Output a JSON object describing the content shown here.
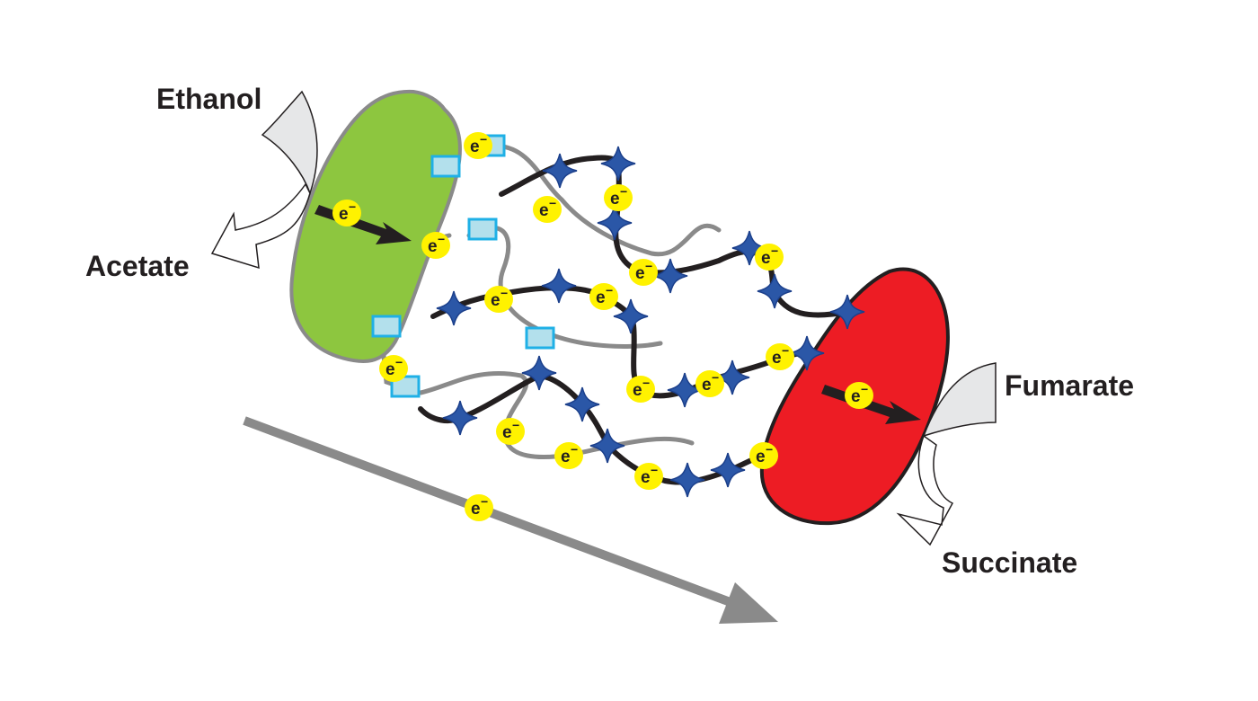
{
  "labels": {
    "donor_in": "Ethanol",
    "donor_out": "Acetate",
    "acceptor_in": "Fumarate",
    "acceptor_out": "Succinate"
  },
  "electron": {
    "symbol": "e",
    "charge": "−"
  },
  "colors": {
    "donor_cell": "#8dc63f",
    "acceptor_cell": "#ed1c24",
    "cytochrome": "#2b57a7",
    "cytochrome_edge": "#1b3f8b",
    "box_fill": "#b3e0ec",
    "box_edge": "#1fb0e6",
    "electron": "#fff200",
    "pilus_conductive": "#231f20",
    "pilus_gray": "#8a8a8a",
    "flow_arrow": "#8a8a8a"
  }
}
